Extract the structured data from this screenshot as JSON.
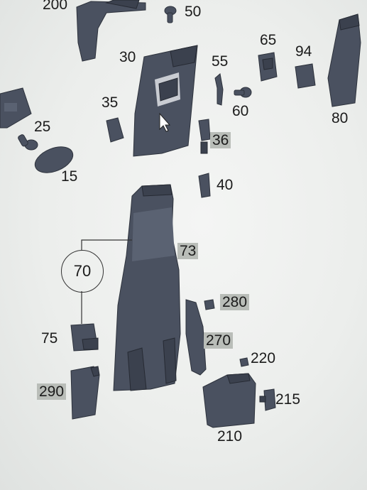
{
  "labels": {
    "p200": "200",
    "p50": "50",
    "p30": "30",
    "p55": "55",
    "p65": "65",
    "p94": "94",
    "p35": "35",
    "p60": "60",
    "p80": "80",
    "p25": "25",
    "p36": "36",
    "p15": "15",
    "p40": "40",
    "p73": "73",
    "p70": "70",
    "p280": "280",
    "p270": "270",
    "p75": "75",
    "p220": "220",
    "p215": "215",
    "p290": "290",
    "p210": "210"
  },
  "colors": {
    "part": "#4a5160",
    "highlight_box": "#b9bdb8",
    "background": "#eceeec"
  }
}
